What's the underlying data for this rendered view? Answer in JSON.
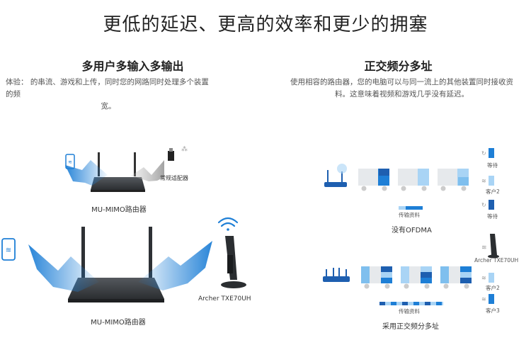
{
  "page": {
    "title": "更低的延迟、更高的效率和更少的拥塞"
  },
  "left": {
    "heading": "多用户多输入多输出",
    "description_line1": "体验：      的串流、游戏和上传，同时您的网路同时处理多个装置的频",
    "description_line2": "宽。",
    "top_router_label": "MU-MIMO路由器",
    "legacy_adapter_label": "常规适配器",
    "bottom_router_label": "MU-MIMO路由器",
    "adapter_label": "Archer TXE70UH"
  },
  "right": {
    "heading": "正交频分多址",
    "description_line1": "使用相容的路由器，您的电脑可以与同一流上的其他装置同时接收资",
    "description_line2": "料。这意味着视频和游戏几乎没有延迟。",
    "top": {
      "transfer_label": "传输资料",
      "caption": "没有OFDMA",
      "device_labels": [
        "等待",
        "客户2",
        "等待"
      ]
    },
    "bottom": {
      "transfer_label": "传输资料",
      "caption": "采用正交频分多址",
      "device_labels": [
        "Archer TXE70UH",
        "客户2",
        "客户3"
      ]
    }
  },
  "colors": {
    "accent_blue": "#1e7fd6",
    "light_blue": "#a9d4f5",
    "router_dark": "#3a3d41",
    "truck_gray": "#e6e9ec"
  }
}
